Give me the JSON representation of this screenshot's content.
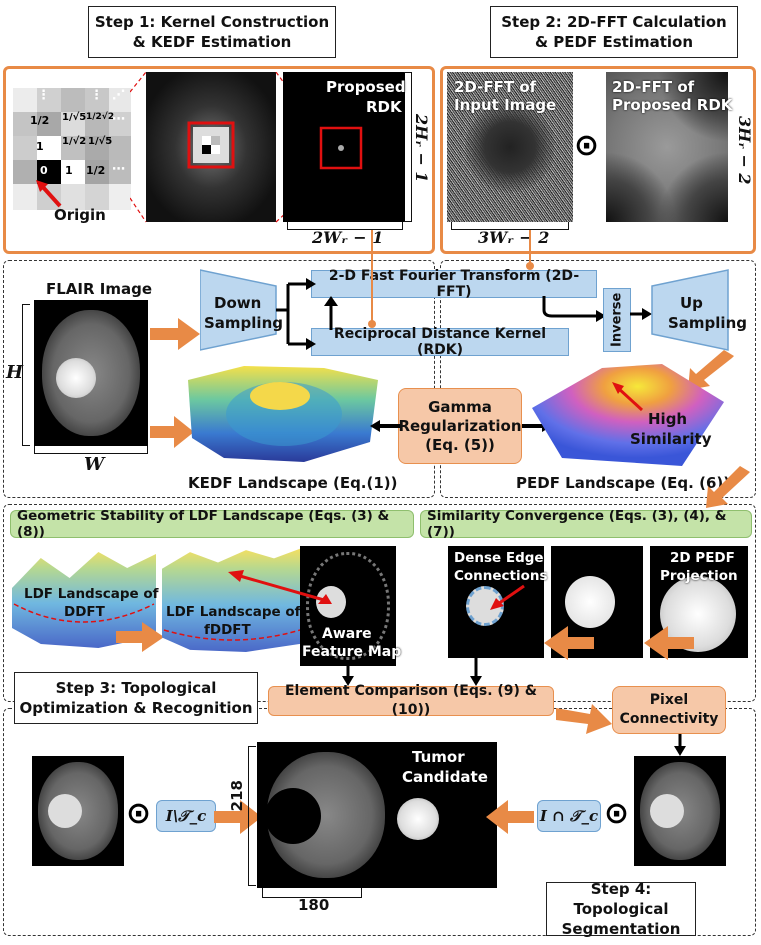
{
  "steps": {
    "step1_line1": "Step 1: Kernel Construction",
    "step1_line2": "& KEDF Estimation",
    "step2_line1": "Step 2: 2D-FFT Calculation",
    "step2_line2": "& PEDF Estimation",
    "step3_line1": "Step 3: Topological",
    "step3_line2": "Optimization & Recognition",
    "step4_line1": "Step 4: Topological",
    "step4_line2": "Segmentation"
  },
  "kernel_grid": {
    "row1": [
      "",
      "⋮",
      "",
      "⋮",
      "⋰"
    ],
    "row2": [
      "1/2",
      "1/√5",
      "",
      "1/2√2",
      "⋯"
    ],
    "row3": [
      "1",
      "1/√2",
      "",
      "1/√5",
      ""
    ],
    "row4": [
      "0",
      "1",
      "",
      "1/2",
      "⋯"
    ],
    "origin": "Origin"
  },
  "labels": {
    "proposed_rdk": "Proposed",
    "proposed_rdk2": "RDK",
    "dim_2hr": "2Hᵣ − 1",
    "dim_2wr": "2Wᵣ − 1",
    "fft_input1": "2D-FFT of",
    "fft_input2": "Input Image",
    "fft_rdk1": "2D-FFT of",
    "fft_rdk2": "Proposed RDK",
    "dim_3hr": "3Hᵣ − 2",
    "dim_3wr": "3Wᵣ − 2",
    "odot": "⊙",
    "flair": "FLAIR Image",
    "h": "H",
    "w": "W",
    "down": "Down",
    "sampling": "Sampling",
    "fft_box": "2-D Fast Fourier Transform (2D-FFT)",
    "rdk_box": "Reciprocal Distance Kernel (RDK)",
    "inverse": "Inverse",
    "up": "Up",
    "up_sampling": "Sampling",
    "gamma1": "Gamma",
    "gamma2": "Regularization",
    "gamma3": "(Eq. (5))",
    "high1": "High",
    "high2": "Similarity",
    "kedf": "KEDF Landscape (Eq.(1))",
    "pedf": "PEDF Landscape (Eq. (6))",
    "geo": "Geometric Stability of LDF Landscape (Eqs. (3) & (8))",
    "sim": "Similarity Convergence (Eqs. (3), (4), & (7))",
    "ldf_ddft1": "LDF Landscape of",
    "ldf_ddft2": "DDFT",
    "ldf_fddft1": "LDF Landscape of",
    "ldf_fddft2": "fDDFT",
    "aware1": "Aware",
    "aware2": "Feature Map",
    "dense1": "Dense Edge",
    "dense2": "Connections",
    "pedf_proj1": "2D PEDF",
    "pedf_proj2": "Projection",
    "elem": "Element Comparison (Eqs. (9) & (10))",
    "pixel1": "Pixel",
    "pixel2": "Connectivity",
    "tumor1": "Tumor",
    "tumor2": "Candidate",
    "setminus": "I\\𝒯_c",
    "intersect": "I ∩ 𝒯_c",
    "dim218": "218",
    "dim180": "180"
  },
  "colors": {
    "orange": "#e88a46",
    "blue_fill": "#bcd7ef",
    "peach_fill": "#f6c8a8",
    "green_fill": "#c4e3a8",
    "red": "#e01010"
  }
}
